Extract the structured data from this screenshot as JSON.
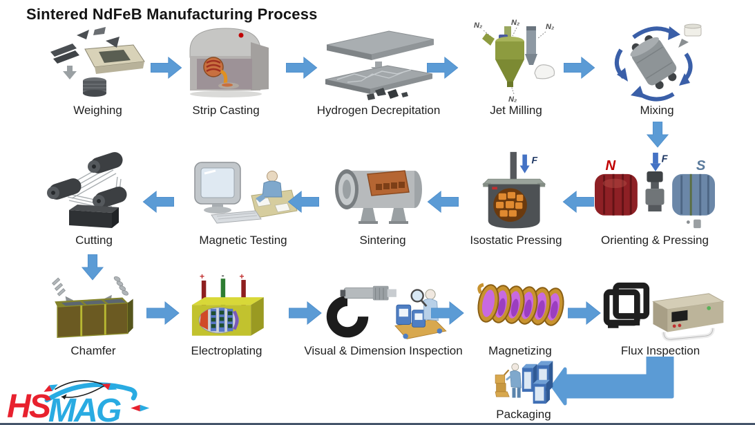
{
  "title": "Sintered NdFeB Manufacturing Process",
  "steps": {
    "weighing": {
      "label": "Weighing",
      "icon": "weighing-icon"
    },
    "strip_casting": {
      "label": "Strip Casting",
      "icon": "strip-casting-icon"
    },
    "hydrogen_decrepitation": {
      "label": "Hydrogen Decrepitation",
      "icon": "hydrogen-decrepitation-icon"
    },
    "jet_milling": {
      "label": "Jet Milling",
      "icon": "jet-milling-icon",
      "gas_label": "N₂"
    },
    "mixing": {
      "label": "Mixing",
      "icon": "mixing-icon"
    },
    "orienting_pressing": {
      "label": "Orienting & Pressing",
      "icon": "orienting-pressing-icon",
      "north_label": "N",
      "south_label": "S",
      "force_label": "F"
    },
    "isostatic_pressing": {
      "label": "Isostatic Pressing",
      "icon": "isostatic-pressing-icon",
      "force_label": "F"
    },
    "sintering": {
      "label": "Sintering",
      "icon": "sintering-icon"
    },
    "magnetic_testing": {
      "label": "Magnetic Testing",
      "icon": "magnetic-testing-icon"
    },
    "cutting": {
      "label": "Cutting",
      "icon": "cutting-icon"
    },
    "chamfer": {
      "label": "Chamfer",
      "icon": "chamfer-icon"
    },
    "electroplating": {
      "label": "Electroplating",
      "icon": "electroplating-icon",
      "anode_label": "+",
      "cathode_label": "-"
    },
    "visual_dimension_inspection": {
      "label": "Visual & Dimension Inspection",
      "icon": "visual-dimension-inspection-icon"
    },
    "magnetizing": {
      "label": "Magnetizing",
      "icon": "magnetizing-icon"
    },
    "flux_inspection": {
      "label": "Flux Inspection",
      "icon": "flux-inspection-icon"
    },
    "packaging": {
      "label": "Packaging",
      "icon": "packaging-icon"
    }
  },
  "flow_order": [
    "Weighing",
    "Strip Casting",
    "Hydrogen Decrepitation",
    "Jet Milling",
    "Mixing",
    "Orienting & Pressing",
    "Isostatic Pressing",
    "Sintering",
    "Magnetic Testing",
    "Cutting",
    "Chamfer",
    "Electroplating",
    "Visual & Dimension Inspection",
    "Magnetizing",
    "Flux Inspection",
    "Packaging"
  ],
  "logo": {
    "hs": "HS",
    "mag": "MAG"
  },
  "colors": {
    "flow_arrow": "#5b9bd5",
    "label_text": "#1f1f1f",
    "title_text": "#141414",
    "logo_red": "#e8212e",
    "logo_blue": "#29abe2",
    "bottom_bar": "#44546a"
  }
}
